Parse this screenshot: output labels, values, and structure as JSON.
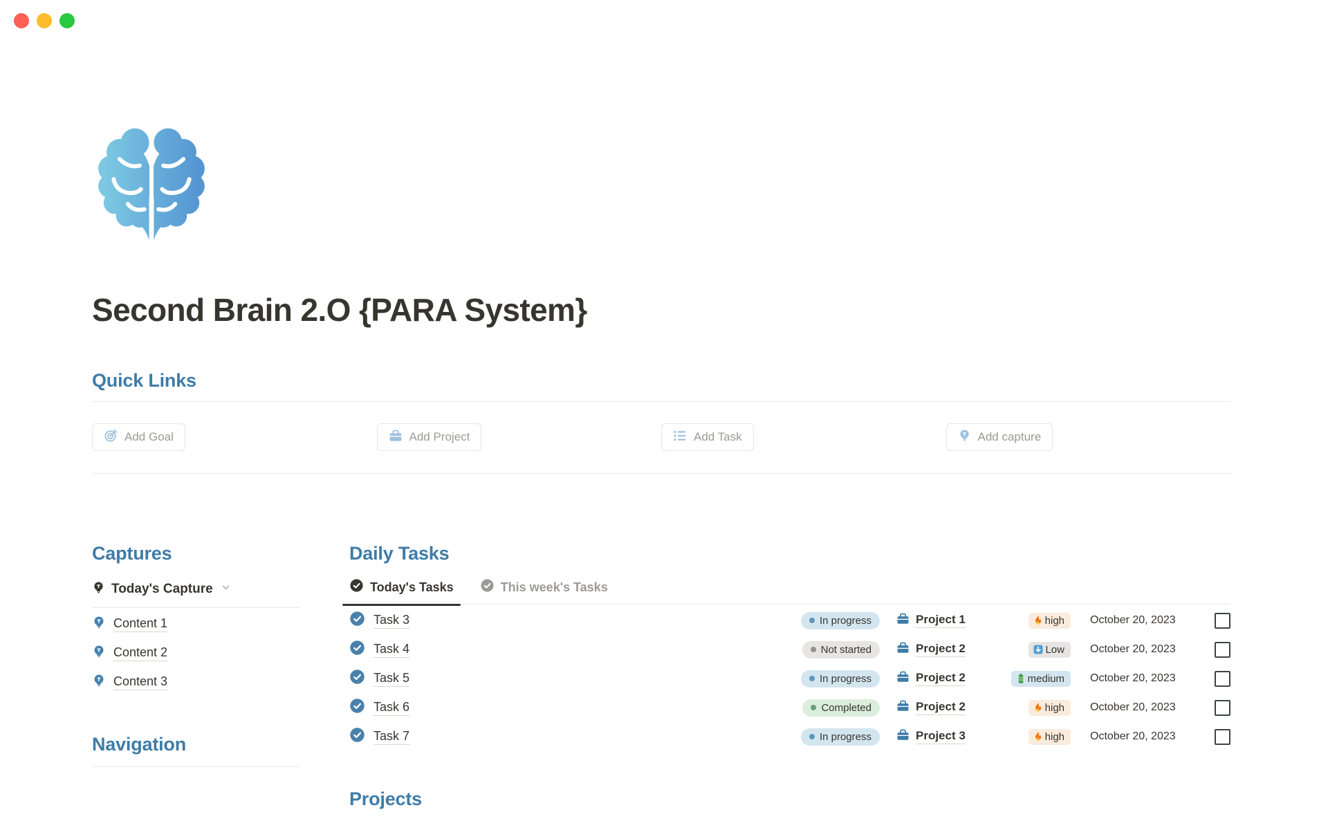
{
  "window": {
    "controls": [
      "close",
      "minimize",
      "zoom"
    ],
    "colors": {
      "close": "#FF5F57",
      "minimize": "#FEBC2E",
      "zoom": "#28C840"
    }
  },
  "page": {
    "title": "Second Brain 2.O {PARA System}",
    "icon": "brain-icon",
    "icon_colors": {
      "gradient_start": "#7CC8E2",
      "gradient_end": "#5596D2"
    },
    "accent_blue": "#3E7CA8",
    "text_color": "#37352F"
  },
  "quick_links": {
    "heading": "Quick Links",
    "buttons": [
      {
        "label": "Add Goal",
        "icon": "target-icon"
      },
      {
        "label": "Add Project",
        "icon": "briefcase-icon"
      },
      {
        "label": "Add Task",
        "icon": "checklist-icon"
      },
      {
        "label": "Add capture",
        "icon": "lightbulb-icon"
      }
    ]
  },
  "captures": {
    "heading": "Captures",
    "view_selector": {
      "label": "Today's Capture",
      "icon": "lightbulb-icon",
      "chevron": "chevron-down-icon"
    },
    "items": [
      {
        "label": "Content 1",
        "icon": "lightbulb-icon"
      },
      {
        "label": "Content 2",
        "icon": "lightbulb-icon"
      },
      {
        "label": "Content 3",
        "icon": "lightbulb-icon"
      }
    ]
  },
  "daily_tasks": {
    "heading": "Daily Tasks",
    "tabs": [
      {
        "label": "Today's Tasks",
        "icon": "check-circle-icon",
        "active": true
      },
      {
        "label": "This week's Tasks",
        "icon": "check-circle-icon",
        "active": false
      }
    ],
    "status_colors": {
      "in-progress": "#D3E5EF",
      "not-started": "#E6E5E3",
      "completed": "#DBEDDB"
    },
    "priority_colors": {
      "high": "#FAEBDD",
      "low": "#E6E5E3",
      "medium": "#D3E5EF"
    },
    "rows": [
      {
        "task": "Task 3",
        "status": "In progress",
        "status_key": "in-progress",
        "project": "Project 1",
        "priority": "high",
        "priority_key": "high",
        "date": "October 20, 2023",
        "checked": false
      },
      {
        "task": "Task 4",
        "status": "Not started",
        "status_key": "not-started",
        "project": "Project 2",
        "priority": "Low",
        "priority_key": "low",
        "date": "October 20, 2023",
        "checked": false
      },
      {
        "task": "Task 5",
        "status": "In progress",
        "status_key": "in-progress",
        "project": "Project 2",
        "priority": "medium",
        "priority_key": "medium",
        "date": "October 20, 2023",
        "checked": false
      },
      {
        "task": "Task 6",
        "status": "Completed",
        "status_key": "completed",
        "project": "Project 2",
        "priority": "high",
        "priority_key": "high",
        "date": "October 20, 2023",
        "checked": false
      },
      {
        "task": "Task 7",
        "status": "In progress",
        "status_key": "in-progress",
        "project": "Project 3",
        "priority": "high",
        "priority_key": "high",
        "date": "October 20, 2023",
        "checked": false
      }
    ]
  },
  "navigation": {
    "heading": "Navigation"
  },
  "projects": {
    "heading": "Projects"
  }
}
